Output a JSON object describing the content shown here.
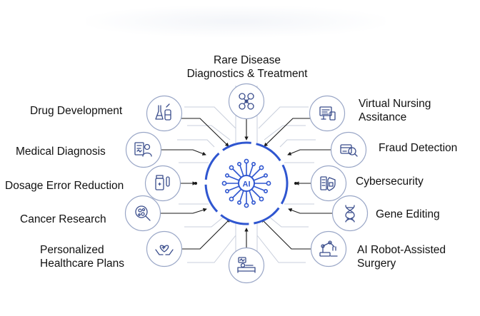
{
  "center": {
    "label": "AI",
    "icon": "ai-chip-icon"
  },
  "nodes": [
    {
      "id": "rare-disease",
      "label": "Rare Disease\nDiagnostics & Treatment",
      "icon": "medical-scan-icon"
    },
    {
      "id": "virtual-nursing",
      "label": "Virtual Nursing\nAssitance",
      "icon": "monitor-icon"
    },
    {
      "id": "fraud-detection",
      "label": "Fraud Detection",
      "icon": "card-search-icon"
    },
    {
      "id": "cybersecurity",
      "label": "Cybersecurity",
      "icon": "shield-server-icon"
    },
    {
      "id": "gene-editing",
      "label": "Gene Editing",
      "icon": "dna-icon"
    },
    {
      "id": "robot-surgery",
      "label": "AI Robot-Assisted\nSurgery",
      "icon": "robot-arm-icon"
    },
    {
      "id": "bottom",
      "label": "",
      "icon": "patient-bed-icon"
    },
    {
      "id": "personalized",
      "label": "Personalized\nHealthcare Plans",
      "icon": "heart-hands-icon"
    },
    {
      "id": "cancer",
      "label": "Cancer Research",
      "icon": "microscope-cells-icon"
    },
    {
      "id": "dosage",
      "label": "Dosage Error Reduction",
      "icon": "pill-bottle-icon"
    },
    {
      "id": "medical-diagnosis",
      "label": "Medical Diagnosis",
      "icon": "doctor-report-icon"
    },
    {
      "id": "drug-development",
      "label": "Drug Development",
      "icon": "flask-icon"
    }
  ],
  "colors": {
    "accent": "#2f56d0",
    "node_border": "#9aa7c7",
    "icon": "#3a4d8c",
    "line": "#1a1a1a",
    "faint": "#c9cfdc"
  }
}
